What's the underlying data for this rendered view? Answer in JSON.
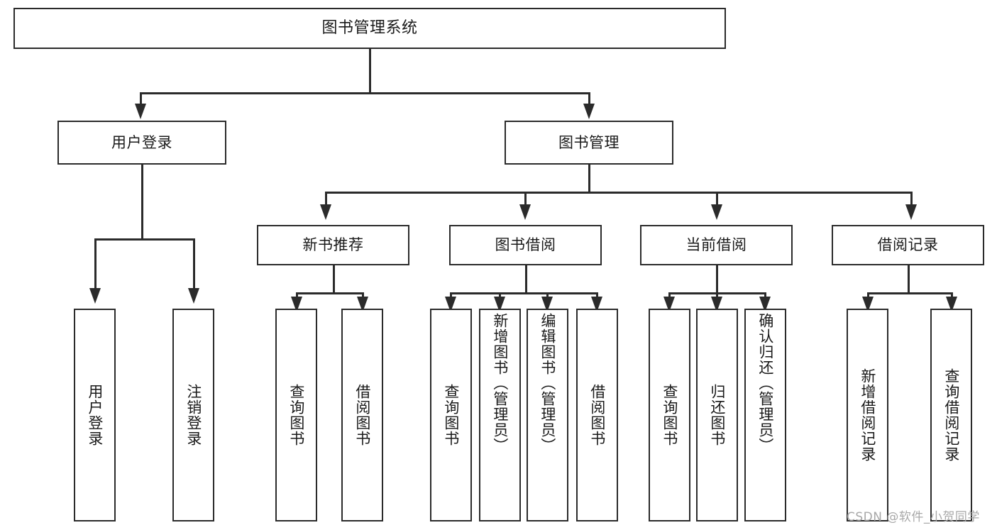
{
  "diagram": {
    "type": "tree",
    "title": "图书管理系统",
    "root": {
      "label": "图书管理系统"
    },
    "level1": [
      {
        "label": "用户登录"
      },
      {
        "label": "图书管理"
      }
    ],
    "level2": [
      {
        "label": "新书推荐"
      },
      {
        "label": "图书借阅"
      },
      {
        "label": "当前借阅"
      },
      {
        "label": "借阅记录"
      }
    ],
    "leaves": {
      "user_login": [
        {
          "label": "用户登录"
        },
        {
          "label": "注销登录"
        }
      ],
      "new_book_recommend": [
        {
          "label": "查询图书"
        },
        {
          "label": "借阅图书"
        }
      ],
      "book_borrow": [
        {
          "label": "查询图书"
        },
        {
          "label": "新增图书（管理员）"
        },
        {
          "label": "编辑图书（管理员）"
        },
        {
          "label": "借阅图书"
        }
      ],
      "current_borrow": [
        {
          "label": "查询图书"
        },
        {
          "label": "归还图书"
        },
        {
          "label": "确认归还（管理员）"
        }
      ],
      "borrow_record": [
        {
          "label": "新增借阅记录"
        },
        {
          "label": "查询借阅记录"
        }
      ]
    }
  },
  "watermark": {
    "text": "CSDN @软件_小贺同学"
  },
  "colors": {
    "border": "#2b2b2b",
    "background": "#ffffff",
    "text": "#1a1a1a",
    "watermark": "#a8a8a8"
  }
}
